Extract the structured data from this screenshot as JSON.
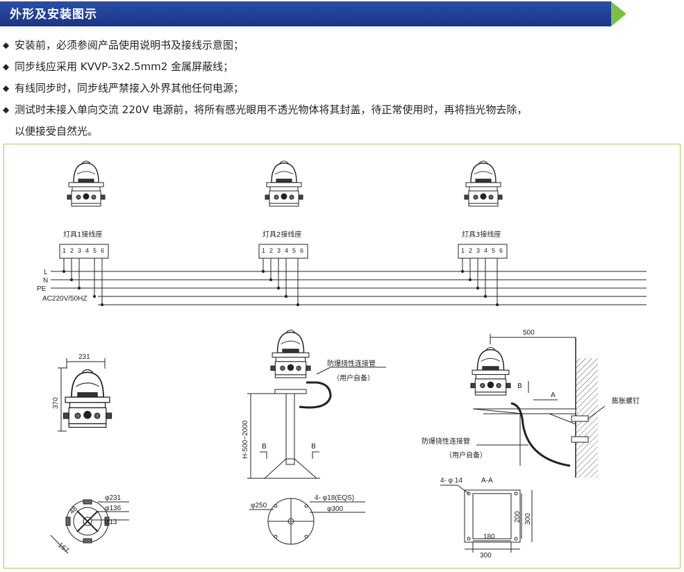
{
  "header": {
    "title": "外形及安装图示",
    "colors": {
      "bar_start": "#1b3f97",
      "bar_end": "#233b8c",
      "arrow": "#7ac143"
    }
  },
  "notes": [
    "安装前，必须参阅产品使用说明书及接线示意图；",
    "同步线应采用 KVVP-3x2.5mm2  金属屏蔽线；",
    "有线同步时，同步线严禁接入外界其他任何电源；",
    "测试时未接入单向交流 220V 电源前，将所有感光眼用不透光物体将其封盖，待正常使用时，再将挡光物去除，"
  ],
  "note_continuation": "以便接受自然光。",
  "bullet_char": "◆",
  "wiring": {
    "lamp_labels": [
      "灯具1接线座",
      "灯具2接线座",
      "灯具3接线座"
    ],
    "terminal_numbers": [
      "1",
      "2",
      "3",
      "4",
      "5",
      "6"
    ],
    "bus_labels": {
      "L": "L",
      "N": "N",
      "PE": "PE",
      "AC": "AC220V/50HZ"
    }
  },
  "dimensions": {
    "width": "231",
    "height": "370",
    "phi231": "φ231",
    "phi136": "φ136",
    "phi13": "φ13",
    "dim157": "157",
    "dim48": "48",
    "pole_height": "H-500~2000",
    "phi250": "φ250",
    "phi18": "4- φ18(EQS)",
    "phi300": "φ300",
    "wall_500": "500",
    "holes": "4- φ 14",
    "section": "A-A",
    "dim180": "180",
    "dim300a": "300",
    "dim200": "200",
    "dim300b": "300"
  },
  "labels": {
    "conduit": "防爆挠性连接管",
    "user_supplied": "（用户自备）",
    "section_b": "B",
    "section_a": "A",
    "expansion_bolt": "膨胀螺钉"
  }
}
